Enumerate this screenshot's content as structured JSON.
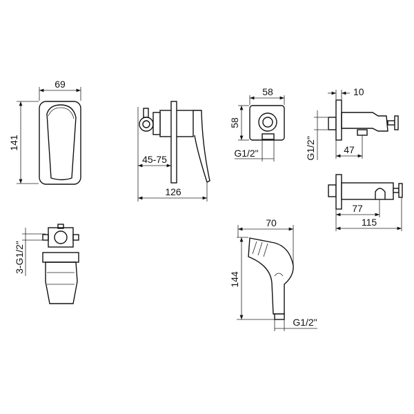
{
  "drawing": {
    "mixer_front": {
      "width_label": "69",
      "height_label": "141"
    },
    "mixer_side": {
      "depth_range_label": "45-75",
      "total_depth_label": "126"
    },
    "wall_connector_front": {
      "width_label": "58",
      "height_label": "58",
      "thread_label": "G1/2\""
    },
    "wall_connector_side": {
      "plate_label": "10",
      "thread_label": "G1/2\"",
      "outlet_label": "47"
    },
    "holder_side": {
      "hook_label": "77",
      "total_label": "115"
    },
    "diverter": {
      "thread_label": "3-G1/2\""
    },
    "hand_shower": {
      "width_label": "70",
      "height_label": "144",
      "thread_label": "G1/2\""
    }
  }
}
